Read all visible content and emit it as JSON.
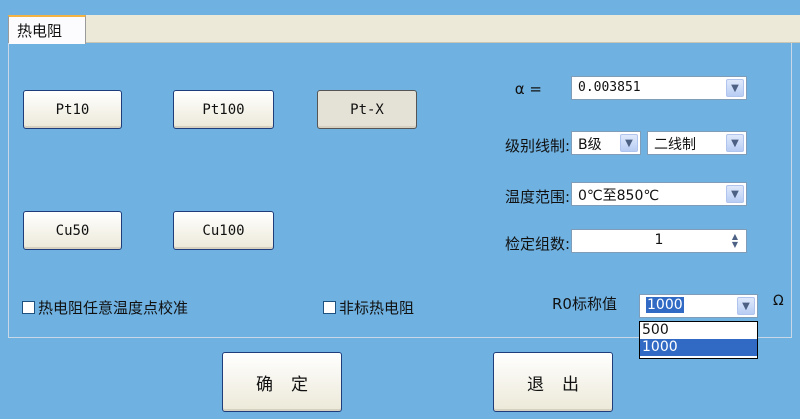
{
  "tab": {
    "label": "热电阻"
  },
  "types": {
    "pt10": "Pt10",
    "pt100": "Pt100",
    "ptx": "Pt-X",
    "cu50": "Cu50",
    "cu100": "Cu100"
  },
  "alpha": {
    "label": "α =",
    "value": "0.003851"
  },
  "grade": {
    "label": "级别线制:",
    "grade_value": "B级",
    "wire_value": "二线制"
  },
  "range": {
    "label": "温度范围:",
    "value": "0℃至850℃"
  },
  "groups": {
    "label": "检定组数:",
    "value": "1"
  },
  "options": {
    "any_point": "热电阻任意温度点校准",
    "nonstandard": "非标热电阻"
  },
  "r0": {
    "label": "R0标称值",
    "value": "1000",
    "unit": "Ω",
    "options": [
      "500",
      "1000"
    ]
  },
  "actions": {
    "ok": "确定",
    "exit": "退出"
  }
}
